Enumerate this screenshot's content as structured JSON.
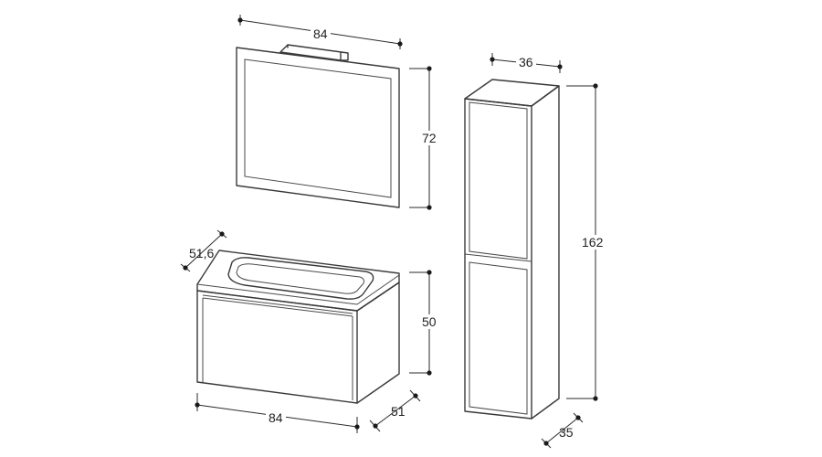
{
  "diagram": {
    "mirror": {
      "width_label": "84",
      "height_label": "72"
    },
    "vanity": {
      "top_depth_label": "51,6",
      "height_label": "50",
      "width_label": "84",
      "depth_label": "51"
    },
    "column": {
      "width_label": "36",
      "height_label": "162",
      "depth_label": "35"
    }
  }
}
